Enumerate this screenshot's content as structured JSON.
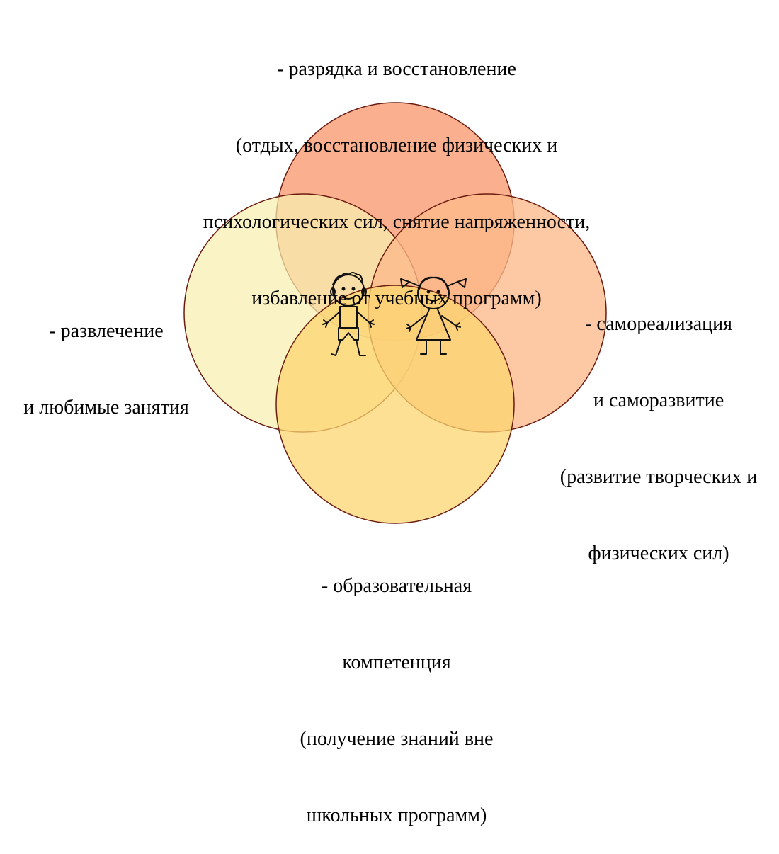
{
  "diagram": {
    "circles": [
      {
        "id": "top",
        "color": "#f9a27a",
        "label_lines": [
          "- разрядка и восстановление",
          "(отдых, восстановление физических и",
          "психологических сил, снятие напряженности,",
          "избавление от учебных программ)"
        ]
      },
      {
        "id": "left",
        "color": "#f8efb0",
        "label_lines": [
          "- развлечение",
          "и любимые занятия"
        ]
      },
      {
        "id": "right",
        "color": "#fdb88a",
        "label_lines": [
          "- самореализация",
          "и саморазвитие",
          "(развитие творческих и",
          "физических сил)"
        ]
      },
      {
        "id": "bottom",
        "color": "#fcd670",
        "label_lines": [
          "- образовательная",
          "компетенция",
          "(получение знаний вне",
          "школьных программ)"
        ]
      }
    ],
    "stroke_color": "#6b1c10",
    "center_illustration": "two-children-doodle"
  }
}
